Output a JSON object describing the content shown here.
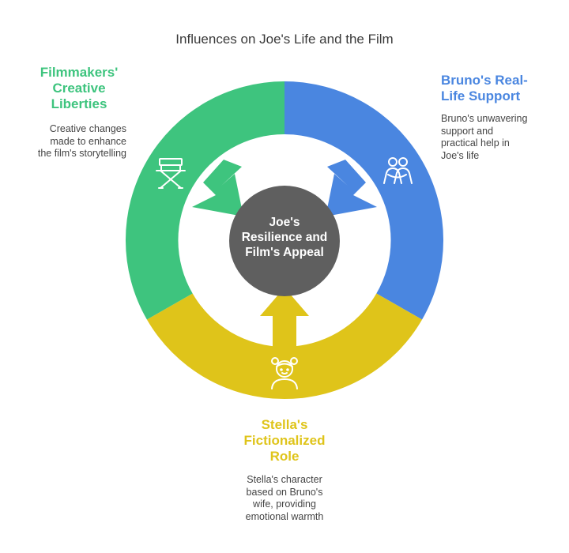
{
  "title": "Influences on Joe's Life and the Film",
  "center": {
    "line1": "Joe's",
    "line2": "Resilience and",
    "line3": "Film's Appeal"
  },
  "segments": {
    "filmmakers": {
      "title_lines": [
        "Filmmakers'",
        "Creative",
        "Liberties"
      ],
      "desc_lines": [
        "Creative changes",
        "made to enhance",
        "the film's storytelling"
      ],
      "color": "#3ec47e",
      "icon": "directors-chair-icon"
    },
    "bruno": {
      "title_lines": [
        "Bruno's Real-",
        "Life Support"
      ],
      "desc_lines": [
        "Bruno's unwavering",
        "support and",
        "practical help in",
        "Joe's life"
      ],
      "color": "#4a86e0",
      "icon": "people-hugging-icon"
    },
    "stella": {
      "title_lines": [
        "Stella's",
        "Fictionalized",
        "Role"
      ],
      "desc_lines": [
        "Stella's character",
        "based on Bruno's",
        "wife, providing",
        "emotional warmth"
      ],
      "color": "#dfc41a",
      "icon": "girl-icon"
    }
  },
  "center_color": "#5f5f5f"
}
